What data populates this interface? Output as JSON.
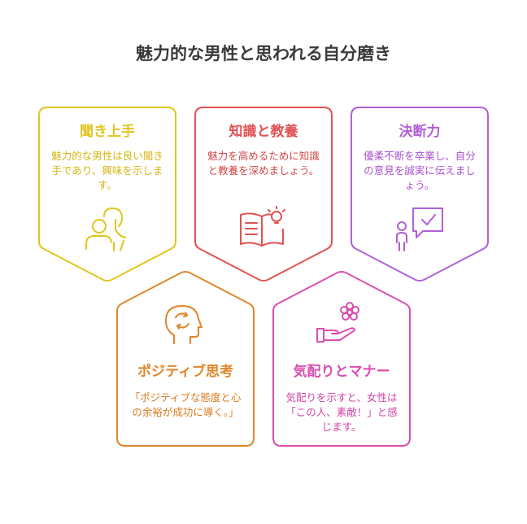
{
  "page": {
    "title": "魅力的な男性と思われる自分磨き"
  },
  "cards": [
    {
      "title": "聞き上手",
      "text": "魅力的な男性は良い聞き手であり、興味を示します。",
      "color": "#e2c51d",
      "icon": "listening-people-icon"
    },
    {
      "title": "知識と教養",
      "text": "魅力を高めるために知識と教養を深めましょう。",
      "color": "#e05252",
      "icon": "book-lightbulb-icon"
    },
    {
      "title": "決断力",
      "text": "優柔不断を卒業し、自分の意見を誠実に伝えましょう。",
      "color": "#b25fd6",
      "icon": "person-checkmark-icon"
    },
    {
      "title": "ポジティブ思考",
      "text": "「ポジティブな態度と心の余裕が成功に導く。」",
      "color": "#e0862a",
      "icon": "head-cycle-icon"
    },
    {
      "title": "気配りとマナー",
      "text": "気配りを示すと、女性は「この人、素敵！」と感じます。",
      "color": "#d94fb0",
      "icon": "hand-flower-icon"
    }
  ]
}
